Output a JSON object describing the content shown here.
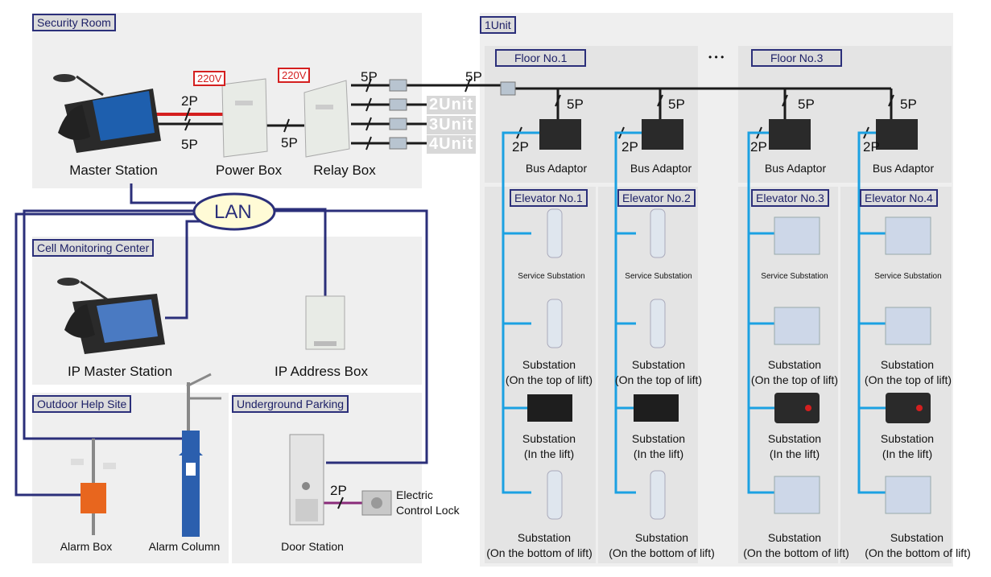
{
  "sections": {
    "security_room": "Security Room",
    "unit": "1Unit",
    "cell_center": "Cell Monitoring Center",
    "outdoor": "Outdoor Help Site",
    "underground": "Underground Parking"
  },
  "floors": [
    "Floor No.1",
    "Floor No.3"
  ],
  "ellipsis": "• • •",
  "lan": "LAN",
  "voltage": "220V",
  "wire_labels": {
    "p2": "2P",
    "p5": "5P"
  },
  "units": [
    "2Unit",
    "3Unit",
    "4Unit"
  ],
  "devices": {
    "master_station": "Master Station",
    "power_box": "Power Box",
    "relay_box": "Relay Box",
    "ip_master_station": "IP Master Station",
    "ip_address_box": "IP Address Box",
    "alarm_box": "Alarm Box",
    "alarm_column": "Alarm Column",
    "door_station": "Door Station",
    "electric_lock_1": "Electric",
    "electric_lock_2": "Control Lock",
    "bus_adaptor": "Bus Adaptor"
  },
  "elevators": [
    "Elevator No.1",
    "Elevator No.2",
    "Elevator No.3",
    "Elevator No.4"
  ],
  "substations": {
    "service": "Service Substation",
    "sub": "Substation",
    "top": "(On the top of lift)",
    "in": "(In the lift)",
    "bottom": "(On the bottom of lift)"
  },
  "colors": {
    "lan_line": "#2b2f7a",
    "bus_line": "#1a1a1a",
    "cyan_line": "#1ba1e2",
    "power_line": "#d41f1f",
    "lock_line": "#8a2b7a"
  }
}
